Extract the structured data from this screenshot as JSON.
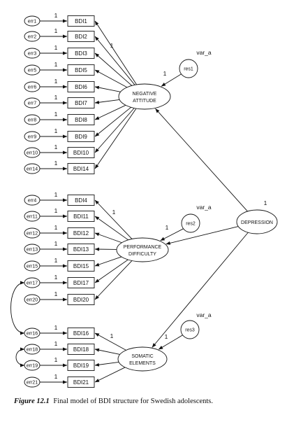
{
  "diagram": {
    "factors": [
      {
        "id": "negative",
        "lines": [
          "NEGATIVE",
          "ATTITUDE"
        ]
      },
      {
        "id": "performance",
        "lines": [
          "PERFORMANCE",
          "DIFFICULTY"
        ]
      },
      {
        "id": "somatic",
        "lines": [
          "SOMATIC",
          "ELEMENTS"
        ]
      },
      {
        "id": "depression",
        "lines": [
          "DEPRESSION"
        ]
      }
    ],
    "residuals": [
      {
        "id": "res1",
        "label": "res1",
        "tag": "var_a",
        "path": "1"
      },
      {
        "id": "res2",
        "label": "res2",
        "tag": "var_a",
        "path": "1"
      },
      {
        "id": "res3",
        "label": "res3",
        "tag": "var_a",
        "path": "1"
      }
    ],
    "depression_path_label": "1",
    "groups": [
      {
        "factor": "negative",
        "items": [
          {
            "err": "err1",
            "item": "BDI1"
          },
          {
            "err": "err2",
            "item": "BDI2"
          },
          {
            "err": "err3",
            "item": "BDI3"
          },
          {
            "err": "err5",
            "item": "BDI5"
          },
          {
            "err": "err6",
            "item": "BDI6"
          },
          {
            "err": "err7",
            "item": "BDI7"
          },
          {
            "err": "err8",
            "item": "BDI8"
          },
          {
            "err": "err9",
            "item": "BDI9"
          },
          {
            "err": "err10",
            "item": "BDI10"
          },
          {
            "err": "err14",
            "item": "BDI14"
          }
        ]
      },
      {
        "factor": "performance",
        "items": [
          {
            "err": "err4",
            "item": "BDI4"
          },
          {
            "err": "err11",
            "item": "BDI11"
          },
          {
            "err": "err12",
            "item": "BDI12"
          },
          {
            "err": "err13",
            "item": "BDI13"
          },
          {
            "err": "err15",
            "item": "BDI15"
          },
          {
            "err": "err17",
            "item": "BDI17"
          },
          {
            "err": "err20",
            "item": "BDI20"
          }
        ]
      },
      {
        "factor": "somatic",
        "items": [
          {
            "err": "err16",
            "item": "BDI16"
          },
          {
            "err": "err18",
            "item": "BDI18"
          },
          {
            "err": "err19",
            "item": "BDI19"
          },
          {
            "err": "err21",
            "item": "BDI21"
          }
        ]
      }
    ],
    "error_path_label": "1",
    "loading_label": "1",
    "correlations": [
      {
        "from": "err17",
        "to": "err16"
      },
      {
        "from": "err18",
        "to": "err19"
      }
    ]
  },
  "caption": {
    "figure_label": "Figure 12.1",
    "text": "Final model of BDI structure for Swedish adolescents."
  }
}
